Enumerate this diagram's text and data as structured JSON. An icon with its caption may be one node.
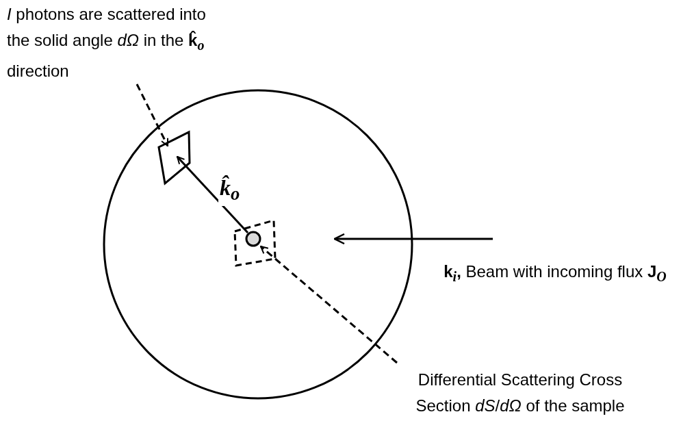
{
  "diagram": {
    "nodes": [
      {
        "text": [
          "*I* photons are scattered into the solid angle *dΩ* in the **k̂**$_{o}$ direction"
        ]
      },
      {
        "text": [],
        "shape": "circle"
      },
      {
        "text": [],
        "shape": "box",
        "in": 1
      },
      {
        "text": [],
        "shape": "box",
        "in": 1
      },
      {
        "text": [],
        "shape": "circle",
        "in": 3
      },
      {
        "text": [
          "Differential Scattering Cross Section *dS*/*dΩ* of the sample"
        ]
      }
    ],
    "edges": [
      {
        "from": 0,
        "to": 2,
        "arrow": "to",
        "style": "dashed"
      },
      {
        "from": 4,
        "to": 2,
        "arrow": "to",
        "label": "k̂$_{o}$"
      },
      {
        "from": 5,
        "to": 4,
        "arrow": "to",
        "style": "dashed"
      }
    ],
    "labels": [
      "**k**$_{i}$**,** Beam with incoming flux **J**$_{O}$"
    ]
  }
}
